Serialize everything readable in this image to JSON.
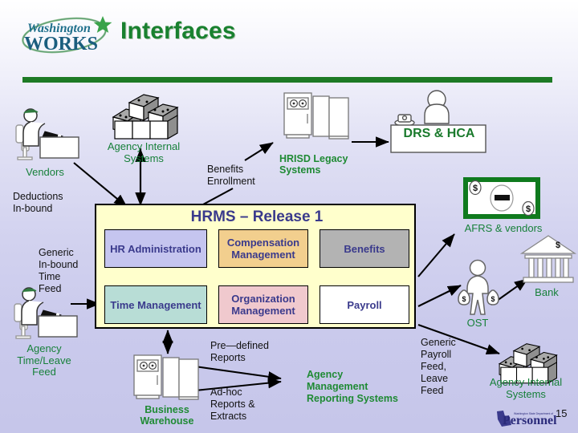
{
  "header": {
    "title": "Interfaces",
    "logo_line1": "Washington",
    "logo_line2": "WORKS",
    "rule_color": "#1d7a25",
    "title_color": "#19812f"
  },
  "hrms": {
    "title": "HRMS – Release 1",
    "background": "#ffffcc",
    "modules": [
      {
        "label": "HR Administration",
        "color": "#c5c5ef",
        "row": 1,
        "col": 1
      },
      {
        "label": "Compensation Management",
        "color": "#f2cf8e",
        "row": 1,
        "col": 2
      },
      {
        "label": "Benefits",
        "color": "#b3b3b3",
        "row": 1,
        "col": 3
      },
      {
        "label": "Time Management",
        "color": "#b8ddd6",
        "row": 2,
        "col": 1
      },
      {
        "label": "Organization Management",
        "color": "#f0c9ce",
        "row": 2,
        "col": 2
      },
      {
        "label": "Payroll",
        "color": "#ffffff",
        "row": 2,
        "col": 3
      }
    ]
  },
  "nodes": {
    "vendors": "Vendors",
    "agency_internal_systems_top": "Agency Internal\nSystems",
    "hrisd_legacy_systems": "HRISD Legacy\nSystems",
    "drs_hca": "DRS & HCA",
    "afrs_vendors": "AFRS & vendors",
    "ost": "OST",
    "bank": "Bank",
    "business_warehouse": "Business\nWarehouse",
    "agency_mgmt_reporting": "Agency\nManagement\nReporting Systems",
    "agency_internal_systems_bottom": "Agency Internal\nSystems"
  },
  "flow_labels": {
    "deductions_inbound": "Deductions\nIn-bound",
    "generic_inbound_time_feed": "Generic\nIn-bound\nTime\nFeed",
    "agency_time_leave_feed": "Agency\nTime/Leave\nFeed",
    "benefits_enrollment": "Benefits\nEnrollment",
    "predefined_reports": "Pre—defined\nReports",
    "adhoc_reports": "Ad-hoc\nReports &\nExtracts",
    "generic_payroll_feed": "Generic\nPayroll\nFeed,\nLeave\nFeed"
  },
  "footer": {
    "brand": "Personnel",
    "brand_sub": "Washington State Department of",
    "slide_number": "15"
  },
  "palette": {
    "green_label": "#1f8a34",
    "module_text": "#3a3a8c",
    "bg_top": "#ffffff",
    "bg_bottom": "#c6c6ea"
  }
}
